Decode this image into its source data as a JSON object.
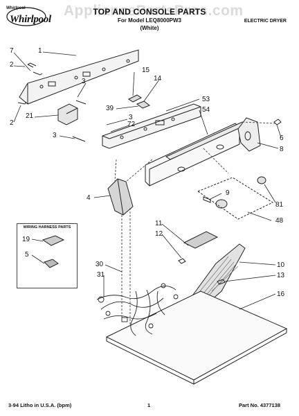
{
  "header": {
    "brand": "Whirlpool",
    "brand_reg": "Whirlpool",
    "title": "TOP AND CONSOLE PARTS",
    "model": "For Model LEQ8000PW3",
    "color": "(White)",
    "appliance_type": "ELECTRIC DRYER",
    "watermark": "AppliancePartsPros.com"
  },
  "callouts": {
    "c1": "1",
    "c7": "7",
    "c2a": "2",
    "c2b": "2",
    "c3a": "3",
    "c3b": "3",
    "c3c": "3",
    "c21": "21",
    "c72": "72",
    "c15": "15",
    "c14": "14",
    "c39": "39",
    "c53": "53",
    "c54": "54",
    "c6": "6",
    "c8": "8",
    "c4": "4",
    "c9": "9",
    "c81": "81",
    "c48": "48",
    "c11": "11",
    "c12": "12",
    "c10": "10",
    "c13": "13",
    "c30": "30",
    "c31": "31",
    "c16": "16",
    "c19": "19",
    "c5": "5"
  },
  "wiring_box": {
    "title": "WIRING HARNESS PARTS"
  },
  "footer": {
    "litho": "3-94 Litho in U.S.A. (bpm)",
    "page": "1",
    "part_no": "Part No. 4377138"
  }
}
